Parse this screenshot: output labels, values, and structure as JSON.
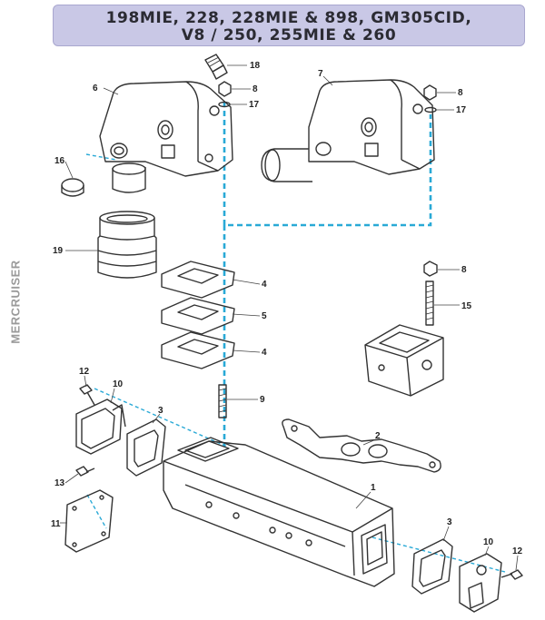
{
  "banner": {
    "line1": "198MIE, 228, 228MIE & 898, GM305CID,",
    "line2": "V8 / 250, 255MIE & 260"
  },
  "brand": "MERCRUISER",
  "callouts": {
    "c18": "18",
    "c8a": "8",
    "c17a": "17",
    "c6": "6",
    "c16": "16",
    "c19": "19",
    "c7": "7",
    "c8b": "8",
    "c17b": "17",
    "c4a": "4",
    "c5": "5",
    "c4b": "4",
    "c8c": "8",
    "c15": "15",
    "c9": "9",
    "c12a": "12",
    "c10a": "10",
    "c3a": "3",
    "c2": "2",
    "c13": "13",
    "c11": "11",
    "c1": "1",
    "c3b": "3",
    "c10b": "10",
    "c12b": "12"
  },
  "colors": {
    "banner_bg": "#c9c8e6",
    "dashed_lines": "#29a9d6",
    "outline": "#333333"
  }
}
